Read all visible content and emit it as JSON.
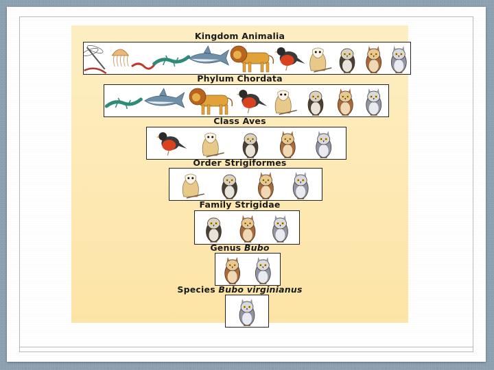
{
  "levels": [
    {
      "rank": "Kingdom",
      "name": "Animalia",
      "italic": false,
      "organisms": [
        "dragonfly",
        "jellyfish",
        "worm",
        "lizard",
        "shark",
        "lion",
        "robin",
        "barn-owl",
        "hawk-owl",
        "horned-owl",
        "great-horned-owl"
      ]
    },
    {
      "rank": "Phylum",
      "name": "Chordata",
      "italic": false,
      "organisms": [
        "lizard",
        "shark",
        "lion",
        "robin",
        "barn-owl",
        "hawk-owl",
        "horned-owl",
        "great-horned-owl"
      ]
    },
    {
      "rank": "Class",
      "name": "Aves",
      "italic": false,
      "organisms": [
        "robin",
        "barn-owl",
        "hawk-owl",
        "horned-owl",
        "great-horned-owl"
      ]
    },
    {
      "rank": "Order",
      "name": "Strigiformes",
      "italic": false,
      "organisms": [
        "barn-owl",
        "hawk-owl",
        "horned-owl",
        "great-horned-owl"
      ]
    },
    {
      "rank": "Family",
      "name": "Strigidae",
      "italic": false,
      "organisms": [
        "hawk-owl",
        "horned-owl",
        "great-horned-owl"
      ]
    },
    {
      "rank": "Genus",
      "name": "Bubo",
      "italic": true,
      "organisms": [
        "horned-owl",
        "great-horned-owl"
      ]
    },
    {
      "rank": "Species",
      "name": "Bubo virginianus",
      "italic": true,
      "organisms": [
        "great-horned-owl"
      ]
    }
  ],
  "colors": {
    "panel_top": "#fdeec2",
    "panel_bottom": "#fde4a6",
    "slide_border": "#8ba0b0"
  }
}
